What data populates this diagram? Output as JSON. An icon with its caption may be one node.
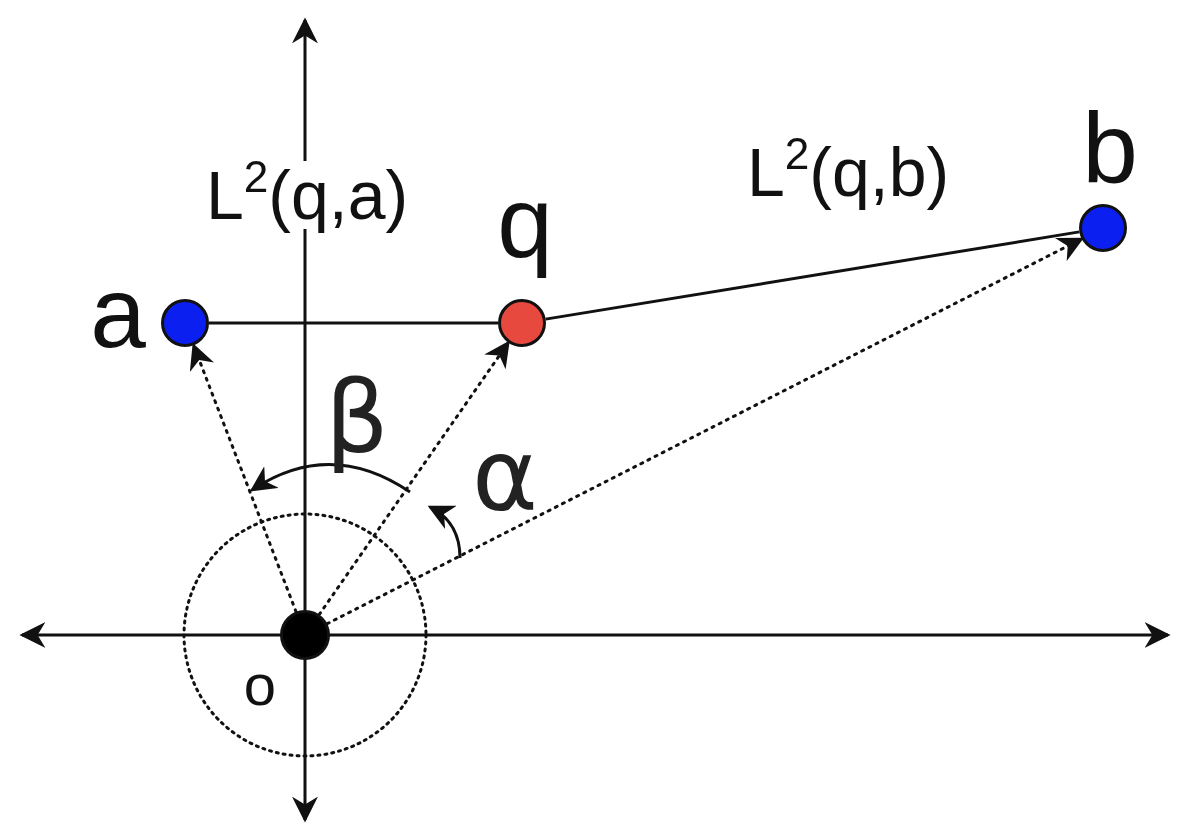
{
  "diagram": {
    "nodes": [
      {
        "text": [],
        "shape": "circle",
        "beside": [
          "o"
        ]
      },
      {
        "text": [],
        "shape": "circle",
        "beside": [
          "a"
        ]
      },
      {
        "text": [],
        "shape": "circle",
        "beside": [
          "q"
        ]
      },
      {
        "text": [],
        "shape": "circle",
        "beside": [
          "b"
        ]
      }
    ],
    "edges": [
      {
        "from": 0,
        "to": 1,
        "arrow": "to",
        "style": "dashed"
      },
      {
        "from": 0,
        "to": 2,
        "arrow": "to",
        "style": "dashed"
      },
      {
        "from": 0,
        "to": 3,
        "arrow": "to",
        "style": "dashed"
      },
      {
        "from": 1,
        "to": 2,
        "arrow": "none",
        "label": "L$^{2}$(q,a)"
      },
      {
        "from": 2,
        "to": 3,
        "arrow": "none",
        "label": "L$^{2}$(q,b)"
      }
    ],
    "labels": [
      "β",
      "α"
    ]
  }
}
